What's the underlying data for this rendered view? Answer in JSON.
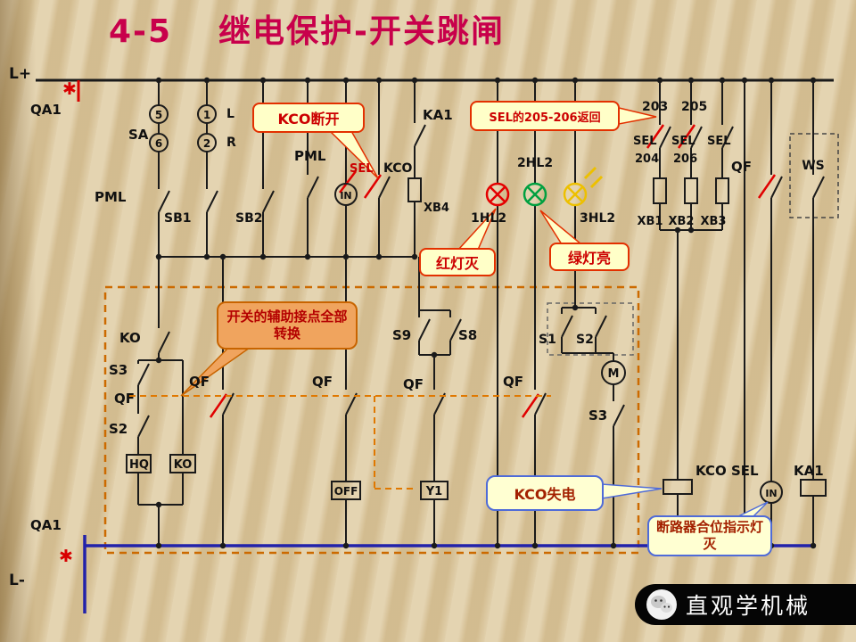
{
  "slide": {
    "title_num": "4-5",
    "title_text": "继电保护-开关跳闸"
  },
  "terminals": {
    "l_plus": "L+",
    "l_minus": "L-",
    "qa1_top": "QA1",
    "qa1_bottom": "QA1",
    "trip_mark": "✱"
  },
  "labels": {
    "sa": "SA",
    "n5": "5",
    "n6": "6",
    "n1": "1",
    "n2": "2",
    "l": "L",
    "r": "R",
    "pml_left": "PML",
    "pml_mid": "PML",
    "sb1": "SB1",
    "sb2": "SB2",
    "sel_top": "SEL",
    "kco_top": "KCO",
    "in_top": "IN",
    "ka1_top": "KA1",
    "xb4": "XB4",
    "hl1": "1HL2",
    "hl2": "2HL2",
    "hl3": "3HL2",
    "n203": "203",
    "n205": "205",
    "sel_a": "SEL",
    "n204": "204",
    "sel_b": "SEL",
    "n206": "206",
    "sel_c": "SEL",
    "xb1": "XB1",
    "xb2": "XB2",
    "xb3": "XB3",
    "qf_top": "QF",
    "ws": "WS",
    "ko_contact": "KO",
    "s3_left": "S3",
    "qf_left": "QF",
    "s2_left": "S2",
    "hq": "HQ",
    "ko_box": "KO",
    "qf1": "QF",
    "qf2": "QF",
    "qf3": "QF",
    "qf4": "QF",
    "s9": "S9",
    "s8": "S8",
    "s1": "S1",
    "s2_right": "S2",
    "s3_right": "S3",
    "m": "M",
    "off": "OFF",
    "y1": "Y1",
    "in_bottom": "IN",
    "kco_bottom": "KCO",
    "sel_bottom": "SEL",
    "ka1_bottom": "KA1"
  },
  "callouts": {
    "kco_open": "KCO断开",
    "sel_return": "SEL的205-206返回",
    "red_off": "红灯灭",
    "green_on": "绿灯亮",
    "aux": "开关的辅助接点全部转换",
    "kco_loss": "KCO失电",
    "breaker": "断路器合位指示灯灭"
  },
  "watermark": {
    "brand": "直观学机械"
  },
  "colors": {
    "title": "#c8004b",
    "wire": "#1a1a1a",
    "bottom_bus": "#2222aa",
    "feeder_mark": "#d80000",
    "dashed_box": "#cc6a00",
    "lamp_red": "#e40000",
    "lamp_green": "#00a040",
    "lamp_yellow": "#edc000",
    "callout_bg": "#ffffc8",
    "callout_border_red": "#e33000",
    "callout_border_blue": "#4f6bd8",
    "aux_bg": "#f0a45e",
    "watermark_bg": "#000000"
  }
}
